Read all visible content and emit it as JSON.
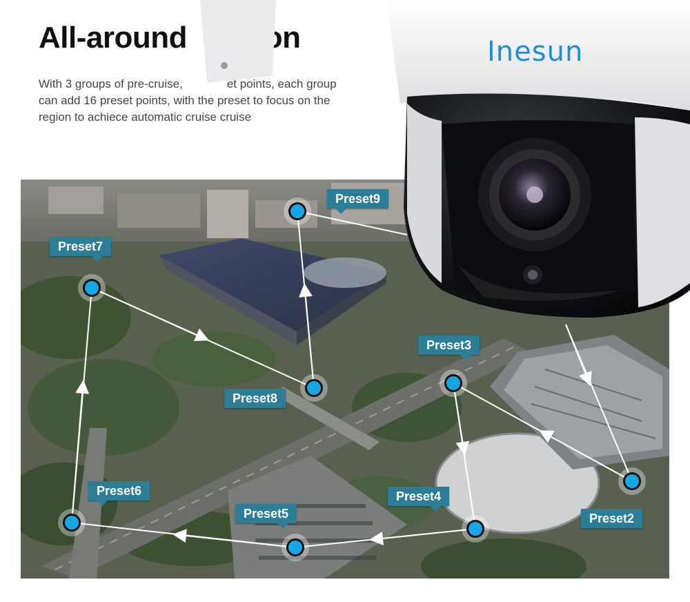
{
  "headline": {
    "part1": "All-around",
    "part2": "ection"
  },
  "description": {
    "line1_part1": "With 3 groups of pre-cruise,",
    "line1_part2": "et points, each group",
    "line2": "can add 16 preset points, with the preset to focus  on the",
    "line3": "region to achiece automatic cruise cruise"
  },
  "brand": {
    "name": "Inesun",
    "color": "#1c8fd6"
  },
  "presets": [
    {
      "label": "Preset9"
    },
    {
      "label": "Preset7"
    },
    {
      "label": "Preset3"
    },
    {
      "label": "Preset8"
    },
    {
      "label": "Preset6"
    },
    {
      "label": "Preset4"
    },
    {
      "label": "Preset5"
    },
    {
      "label": "Preset2"
    }
  ],
  "colors": {
    "tag_bg": "#2b7e96",
    "marker": "#16a8e6",
    "path": "#ffffff"
  }
}
